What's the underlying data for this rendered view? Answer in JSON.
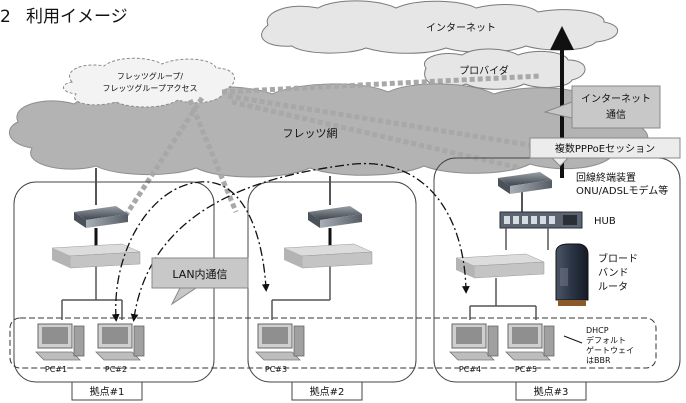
{
  "section": {
    "number": "2",
    "title": "利用イメージ"
  },
  "clouds": {
    "internet": "インターネット",
    "provider": "プロバイダ",
    "flets_group": [
      "フレッツグループ/",
      "フレッツグループアクセス"
    ],
    "flets_net": "フレッツ網"
  },
  "callouts": {
    "internet_comm": [
      "インターネット",
      "通信"
    ],
    "pppoe": "複数PPPoEセッション",
    "lan_comm": "LAN内通信"
  },
  "labels": {
    "onu": [
      "回線終端装置",
      "ONU/ADSLモデム等"
    ],
    "hub": "HUB",
    "router": [
      "ブロード",
      "バンド",
      "ルータ"
    ],
    "dhcp": [
      "DHCP",
      "デフォルト",
      "ゲートウェイ",
      "はBBR"
    ]
  },
  "pcs": [
    "PC#1",
    "PC#2",
    "PC#3",
    "PC#4",
    "PC#5"
  ],
  "sites": [
    "拠点#1",
    "拠点#2",
    "拠点#3"
  ],
  "colors": {
    "cloud_dark": "#b3b3b3",
    "cloud_light": "#e9e9e9",
    "dashed_path": "#a8a8a8",
    "callout_fill": "#c8c8c8"
  }
}
